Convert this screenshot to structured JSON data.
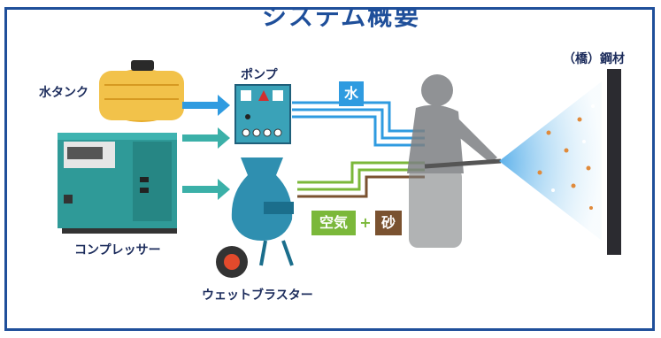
{
  "title": "システム概要",
  "labels": {
    "water_tank": "水タンク",
    "pump": "ポンプ",
    "compressor": "コンプレッサー",
    "wet_blaster": "ウェットブラスター",
    "steel": "（橋）鋼材"
  },
  "tags": {
    "water": "水",
    "air": "空気",
    "plus": "+",
    "sand": "砂"
  },
  "colors": {
    "frame": "#1f4f9a",
    "water_line": "#2f9be0",
    "air_line": "#7bb83a",
    "sand_line": "#7a5230",
    "arrow": "#3bb0a8",
    "tank": "#f2c24a",
    "machine": "#2f9a98"
  },
  "icons": [
    "water-tank-icon",
    "pump-icon",
    "compressor-icon",
    "wet-blaster-icon",
    "operator-silhouette-icon",
    "spray-icon",
    "steel-plate-icon"
  ]
}
